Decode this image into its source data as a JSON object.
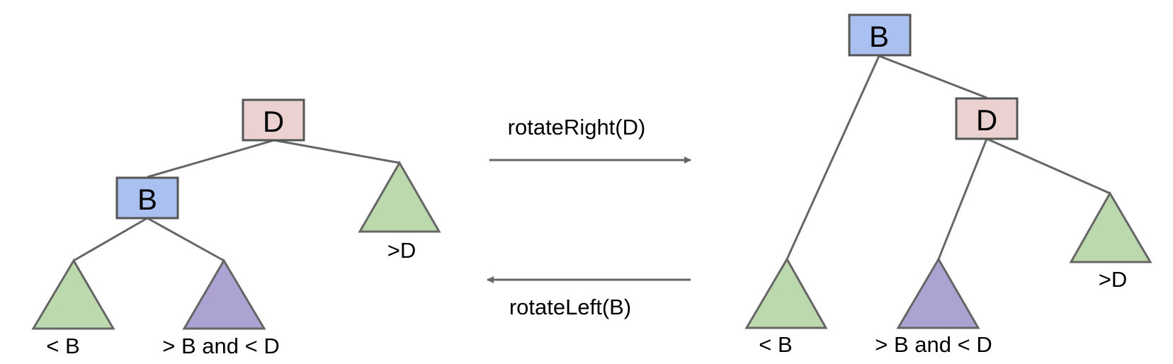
{
  "colors": {
    "node_b": "#a9c0f0",
    "node_d": "#ecd1d1",
    "tree_green": "#bcd9ad",
    "tree_purple": "#ada3d3",
    "line": "#666666"
  },
  "left_tree": {
    "root": "D",
    "child": "B",
    "subtree_less_b": "< B",
    "subtree_between": "> B and < D",
    "subtree_greater_d": ">D"
  },
  "right_tree": {
    "root": "B",
    "child": "D",
    "subtree_less_b": "< B",
    "subtree_between": "> B and < D",
    "subtree_greater_d": ">D"
  },
  "operations": {
    "rotate_right": "rotateRight(D)",
    "rotate_left": "rotateLeft(B)"
  }
}
